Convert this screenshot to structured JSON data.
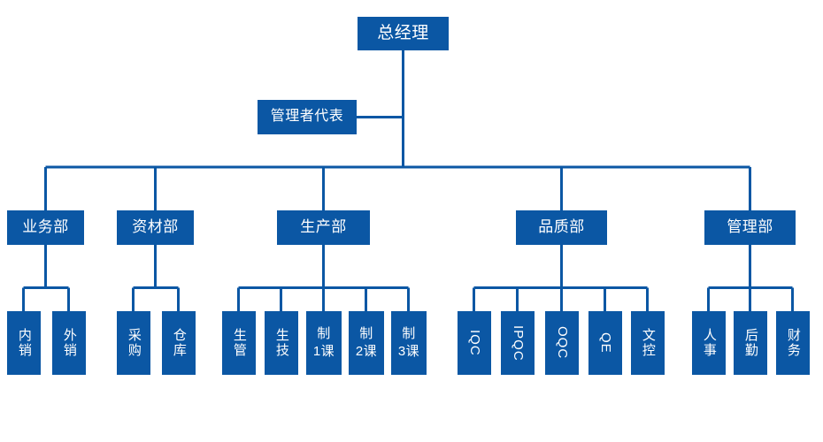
{
  "chart": {
    "type": "org-chart",
    "title": "",
    "colors": {
      "node_fill": "#0B57A4",
      "node_text": "#FFFFFF",
      "connector": "#0B57A4",
      "background": "#FFFFFF"
    },
    "levels": [
      {
        "level": 1,
        "name": "executive",
        "nodes": [
          {
            "id": "gm",
            "label": "总经理"
          }
        ]
      },
      {
        "level": 2,
        "name": "management-representative",
        "nodes": [
          {
            "id": "mr",
            "label": "管理者代表"
          }
        ]
      },
      {
        "level": 3,
        "name": "departments",
        "nodes": [
          {
            "id": "sales-dept",
            "label": "业务部"
          },
          {
            "id": "materials-dept",
            "label": "资材部"
          },
          {
            "id": "production-dept",
            "label": "生产部"
          },
          {
            "id": "quality-dept",
            "label": "品质部"
          },
          {
            "id": "admin-dept",
            "label": "管理部"
          }
        ]
      },
      {
        "level": 4,
        "name": "sections",
        "nodes": [
          {
            "id": "domestic-sales",
            "label": "内销",
            "parent": "sales-dept",
            "style": "vertical"
          },
          {
            "id": "export-sales",
            "label": "外销",
            "parent": "sales-dept",
            "style": "vertical"
          },
          {
            "id": "purchasing",
            "label": "采购",
            "parent": "materials-dept",
            "style": "vertical"
          },
          {
            "id": "warehouse",
            "label": "仓库",
            "parent": "materials-dept",
            "style": "vertical"
          },
          {
            "id": "prod-control",
            "label": "生管",
            "parent": "production-dept",
            "style": "vertical"
          },
          {
            "id": "prod-eng",
            "label": "生技",
            "parent": "production-dept",
            "style": "vertical"
          },
          {
            "id": "line-1",
            "label": "制\n1课",
            "parent": "production-dept",
            "style": "stacked"
          },
          {
            "id": "line-2",
            "label": "制\n2课",
            "parent": "production-dept",
            "style": "stacked"
          },
          {
            "id": "line-3",
            "label": "制\n3课",
            "parent": "production-dept",
            "style": "stacked"
          },
          {
            "id": "iqc",
            "label": "IQC",
            "parent": "quality-dept",
            "style": "rotated"
          },
          {
            "id": "ipqc",
            "label": "IPQC",
            "parent": "quality-dept",
            "style": "rotated"
          },
          {
            "id": "oqc",
            "label": "OQC",
            "parent": "quality-dept",
            "style": "rotated"
          },
          {
            "id": "qe",
            "label": "QE",
            "parent": "quality-dept",
            "style": "rotated"
          },
          {
            "id": "doc-control",
            "label": "文控",
            "parent": "quality-dept",
            "style": "vertical"
          },
          {
            "id": "hr",
            "label": "人事",
            "parent": "admin-dept",
            "style": "vertical"
          },
          {
            "id": "logistics",
            "label": "后勤",
            "parent": "admin-dept",
            "style": "vertical"
          },
          {
            "id": "finance",
            "label": "财务",
            "parent": "admin-dept",
            "style": "vertical"
          }
        ]
      }
    ]
  }
}
